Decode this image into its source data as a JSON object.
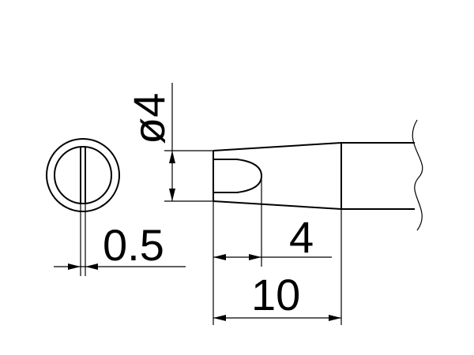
{
  "drawing": {
    "dimensions": {
      "diameter": "ø4",
      "thickness": "0.5",
      "tip_length": "4",
      "total_length": "10"
    },
    "colors": {
      "line": "#000000",
      "background": "#ffffff"
    }
  }
}
